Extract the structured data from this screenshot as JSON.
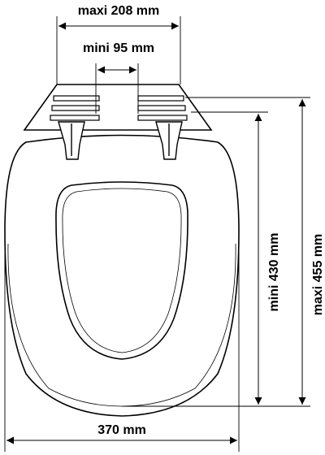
{
  "dimensions": {
    "hinge_max": "maxi 208 mm",
    "hinge_min": "mini 95 mm",
    "length_min": "mini 430 mm",
    "length_max": "maxi 455 mm",
    "width": "370 mm"
  },
  "colors": {
    "line": "#000000",
    "background": "#ffffff"
  }
}
